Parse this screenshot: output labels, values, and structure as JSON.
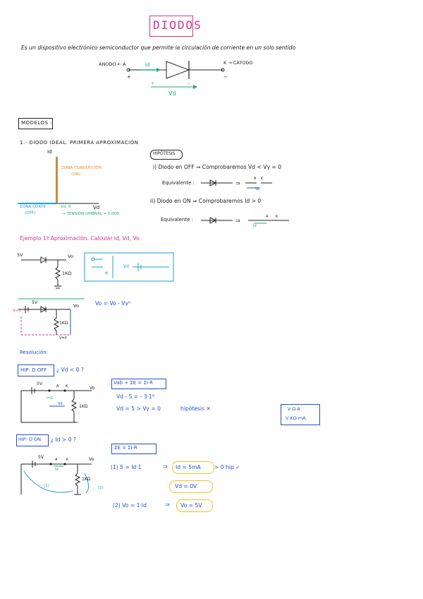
{
  "title": "DIODOS",
  "intro": "Es un dispositivo electrónico semiconductor que permite la circulación de corriente en un solo sentido",
  "symbol": {
    "anode": "ÁNODO ← A",
    "cathode": "K → CÁTODO",
    "plus": "+",
    "minus": "−",
    "id": "Id",
    "vd": "Vd",
    "vd_plus": "+",
    "vd_minus": "−"
  },
  "section_models": "MODELOS :",
  "model1_heading": "1.- DIODO IDEAL. PRIMERA APROXIMACIÓN",
  "graph": {
    "y_axis": "Id",
    "x_axis": "Vd",
    "zone_on_1": "ZONA CONDUCCIÓN",
    "zone_on_2": "(ON)",
    "zone_off_1": "ZONA CORTE",
    "zone_off_2": "(OFF)",
    "vd_zero": "Vd: 0",
    "threshold": "→ TENSIÓN UMBRAL = 0.000"
  },
  "hypothesis": {
    "label": "HIPÓTESIS",
    "off": "i) Diodo en OFF ⇒ Comprobaremos   Vd < Vγ = 0",
    "off_equiv": "Equivalente :",
    "on": "ii) Diodo en ON ⇒ Comprobaremos   Id > 0",
    "on_equiv": "Equivalente :",
    "sym_a": "A",
    "sym_k": "K",
    "sym_id": "Id",
    "sym_vd": "Vd"
  },
  "example": {
    "label": "Ejemplo 1ª Aproximación. Calcular  Id, Vd, Vo",
    "source": "5V",
    "out": "Vo",
    "res": "1KΩ",
    "legend_gnd": "≡",
    "legend_bat": "+|",
    "legend_x": "✕",
    "legend_vd": "Vd",
    "loop_src": "5V",
    "loop_out": "Vo",
    "loop_res": "1KΩ",
    "loop_zero": "V=0",
    "loop_vplus": "V+0",
    "equation": "Vo = Vo - Vγ⁰"
  },
  "resolution": "Resolución:",
  "hyp_off": {
    "label": "HIP: D OFF",
    "q": "¿ Vd < 0 ?",
    "src": "5V",
    "a": "A",
    "k": "K",
    "vo": "Vo",
    "i0": "I=0",
    "vd": "Vd",
    "res": "1KΩ",
    "eq_box": "Vab + ΣE = ΣI·R",
    "eq1": "Vd - 5  =  - 3·1⁰",
    "eq2": "Vd = 5  >  Vγ = 0",
    "eq_result": "hipótesis ✕",
    "units1": "V  Ω  A",
    "units2": "V KΩ mA"
  },
  "hyp_on": {
    "label": "HIP: D ON",
    "q": "¿ Id > 0 ?",
    "src": "5V",
    "a": "A",
    "k": "K",
    "vo": "Vo",
    "id": "Id",
    "res": "1KΩ",
    "loop1": "(1)",
    "loop2": "(2)",
    "eq_box": "ΣE = ΣI·R",
    "eq1_pre": "(1)  5  =  Id·1",
    "eq1_ans": "Id = 5mA",
    "eq1_post": "> 0  hip ✓",
    "eq_vd": "Vd  =  0V",
    "eq2_pre": "(2)  Vo = 1·Id",
    "eq2_ans": "Vo = 5V"
  },
  "colors": {
    "pink": "#d0338c",
    "blue": "#1f4fd1",
    "green": "#1aaa7a",
    "orange": "#e08a1c",
    "yellow": "#f2c21b"
  }
}
